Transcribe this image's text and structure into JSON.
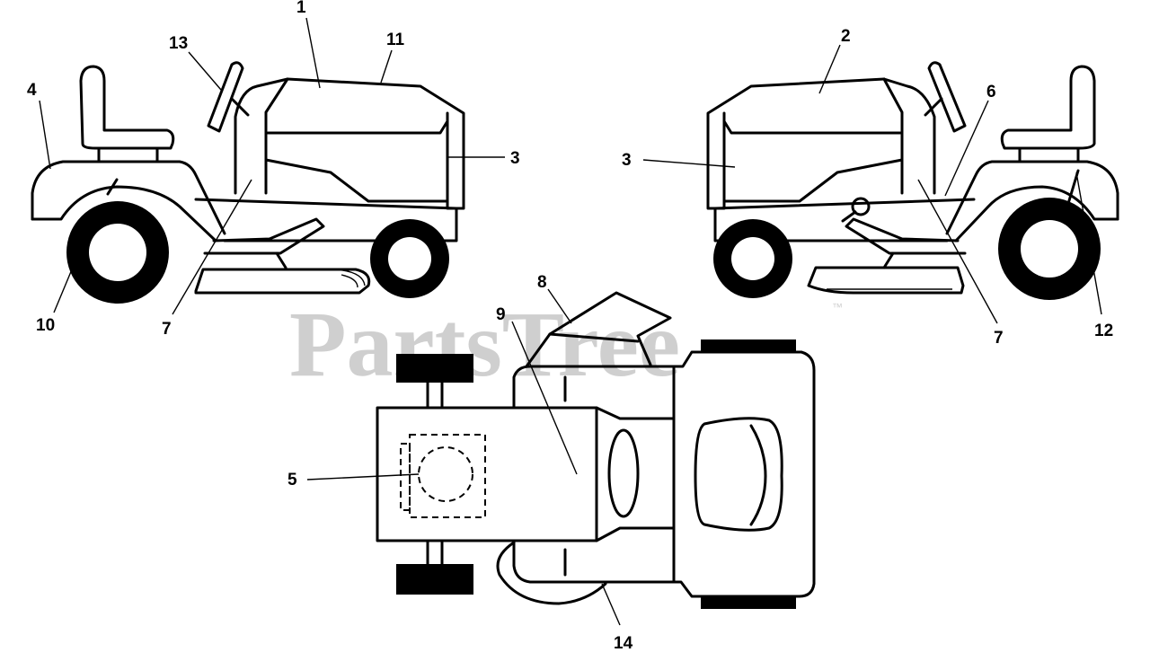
{
  "watermark": {
    "text": "PartsTree",
    "trademark": "™"
  },
  "callouts": {
    "c1": "1",
    "c2": "2",
    "c3_left": "3",
    "c3_right": "3",
    "c4": "4",
    "c5": "5",
    "c6": "6",
    "c7_left": "7",
    "c7_right": "7",
    "c8": "8",
    "c9": "9",
    "c10": "10",
    "c11": "11",
    "c12": "12",
    "c13": "13",
    "c14": "14"
  }
}
